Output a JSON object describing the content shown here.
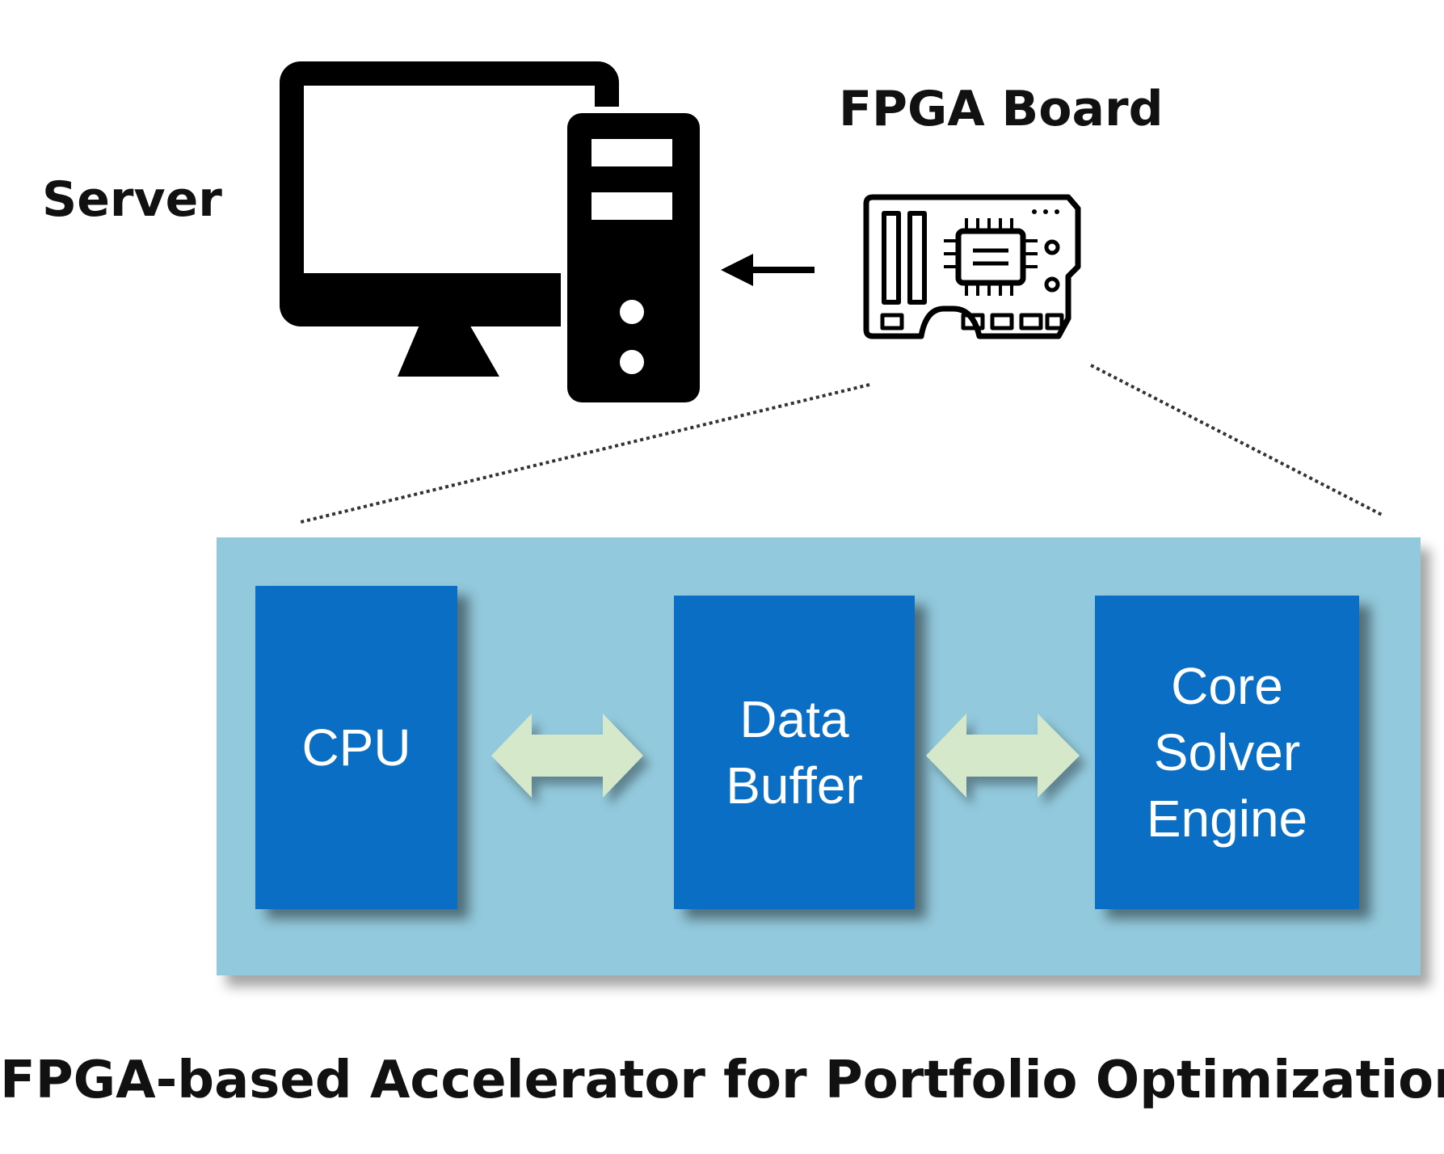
{
  "labels": {
    "server": "Server",
    "fpga_board": "FPGA Board",
    "caption": "FPGA-based Accelerator for Portfolio Optimization"
  },
  "blocks": {
    "cpu": [
      "CPU"
    ],
    "data_buffer": [
      "Data",
      "Buffer"
    ],
    "core_solver": [
      "Core",
      "Solver",
      "Engine"
    ]
  },
  "colors": {
    "panel": "#92c9dc",
    "block": "#0a6ec4",
    "arrow": "#d5e8c9",
    "icon": "#000000"
  },
  "icons": [
    "desktop-computer-icon",
    "fpga-board-icon"
  ]
}
